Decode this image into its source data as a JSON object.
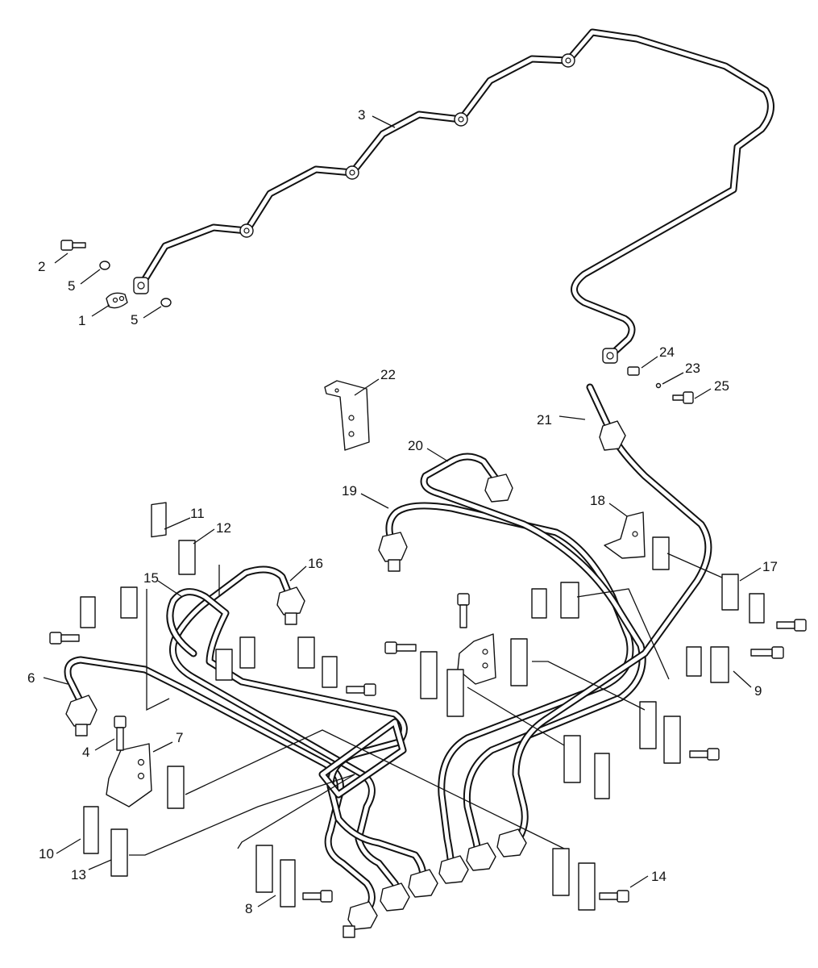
{
  "callouts": [
    {
      "label": "1"
    },
    {
      "label": "2"
    },
    {
      "label": "3"
    },
    {
      "label": "4"
    },
    {
      "label": "5"
    },
    {
      "label": "5"
    },
    {
      "label": "6"
    },
    {
      "label": "7"
    },
    {
      "label": "8"
    },
    {
      "label": "9"
    },
    {
      "label": "10"
    },
    {
      "label": "11"
    },
    {
      "label": "12"
    },
    {
      "label": "13"
    },
    {
      "label": "14"
    },
    {
      "label": "15"
    },
    {
      "label": "16"
    },
    {
      "label": "17"
    },
    {
      "label": "18"
    },
    {
      "label": "19"
    },
    {
      "label": "20"
    },
    {
      "label": "21"
    },
    {
      "label": "22"
    },
    {
      "label": "23"
    },
    {
      "label": "24"
    },
    {
      "label": "25"
    }
  ]
}
